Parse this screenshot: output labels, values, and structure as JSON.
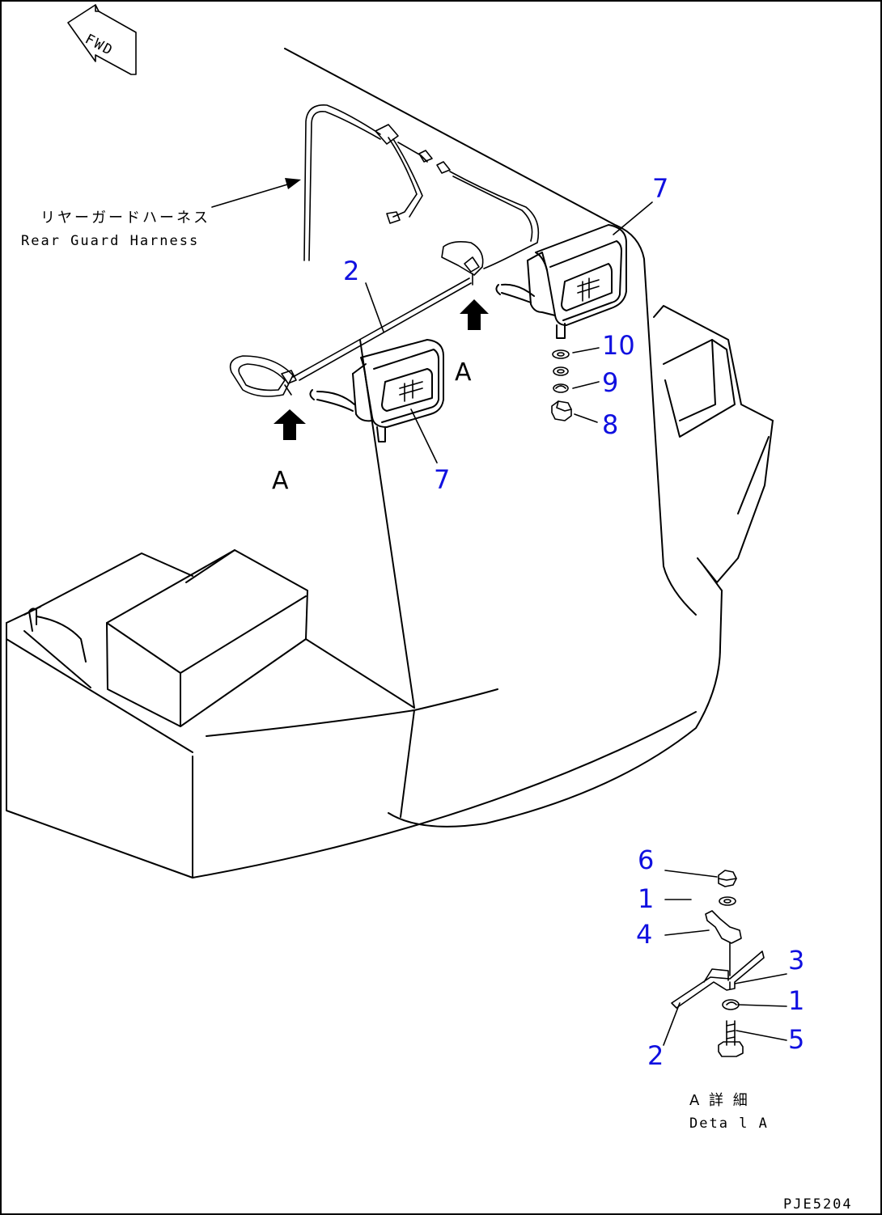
{
  "fwd_label": "FWD",
  "harness": {
    "label_jp": "リヤーガードハーネス",
    "label_en": "Rear Guard Harness"
  },
  "callouts": {
    "upper": {
      "item_2": "2",
      "item_7_right": "7",
      "item_7_left": "7",
      "item_10": "10",
      "item_9": "9",
      "item_8": "8"
    },
    "detail": {
      "item_6": "6",
      "item_1_top": "1",
      "item_4": "4",
      "item_3": "3",
      "item_1_bottom": "1",
      "item_5": "5",
      "item_2": "2"
    }
  },
  "view_letters": {
    "left": "A",
    "right": "A"
  },
  "detail_caption": {
    "jp": "A 詳 細",
    "en": "Deta l A"
  },
  "drawing_code": "PJE5204"
}
